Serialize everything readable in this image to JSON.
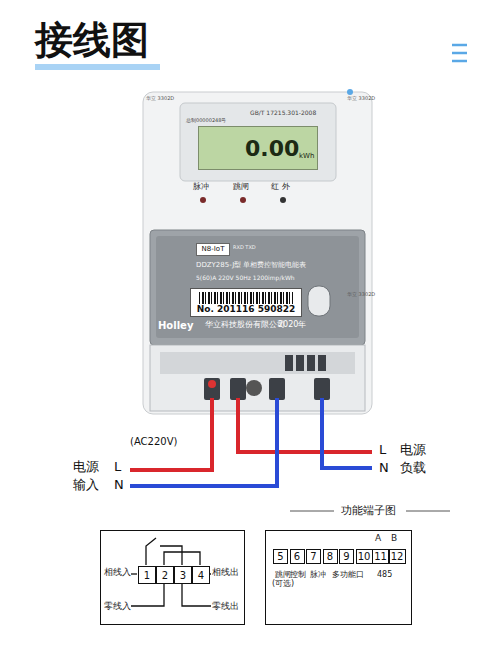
{
  "diagram": {
    "title": "接线图",
    "nodes": [
      {
        "text": [
          "0.00",
          "kWh"
        ]
      },
      {
        "text": [
          "N8-IoT"
        ]
      },
      {
        "text": [
          "No. 201116 590822"
        ]
      },
      {
        "text": [
          "相线入",
          "零线入",
          "相线出",
          "零线出"
        ]
      },
      {
        "text": [
          "1"
        ],
        "in": 3
      },
      {
        "text": [
          "2"
        ],
        "in": 3
      },
      {
        "text": [
          "3"
        ],
        "in": 3
      },
      {
        "text": [
          "4"
        ],
        "in": 3
      },
      {
        "text": [
          "功能端子图",
          "A",
          "B",
          "跳闸 (可选)",
          "控制",
          "脉冲",
          "多功能口",
          "485"
        ]
      },
      {
        "text": [
          "5"
        ],
        "in": 8
      },
      {
        "text": [
          "6"
        ],
        "in": 8
      },
      {
        "text": [
          "7"
        ],
        "in": 8
      },
      {
        "text": [
          "8"
        ],
        "in": 8
      },
      {
        "text": [
          "9"
        ],
        "in": 8
      },
      {
        "text": [
          "10"
        ],
        "in": 8
      },
      {
        "text": [
          "11"
        ],
        "in": 8
      },
      {
        "text": [
          "12"
        ],
        "in": 8
      }
    ],
    "labels": [
      "华立 3302D",
      "华立 3302D",
      "华立 3302D",
      "GB/T 17215.301-2008",
      "总制00000248号",
      "脉冲",
      "跳闸",
      "红 外",
      "RXD TXD",
      "DDZY285-J型 单相费控智能电能表",
      "5(60)A 220V 50Hz 1200imp/kWh",
      "Holley",
      "华立科技股份有限公司",
      "2020年",
      "(AC220V)",
      "电源",
      "L",
      "输入",
      "N",
      "L",
      "电源",
      "N",
      "负载"
    ]
  }
}
